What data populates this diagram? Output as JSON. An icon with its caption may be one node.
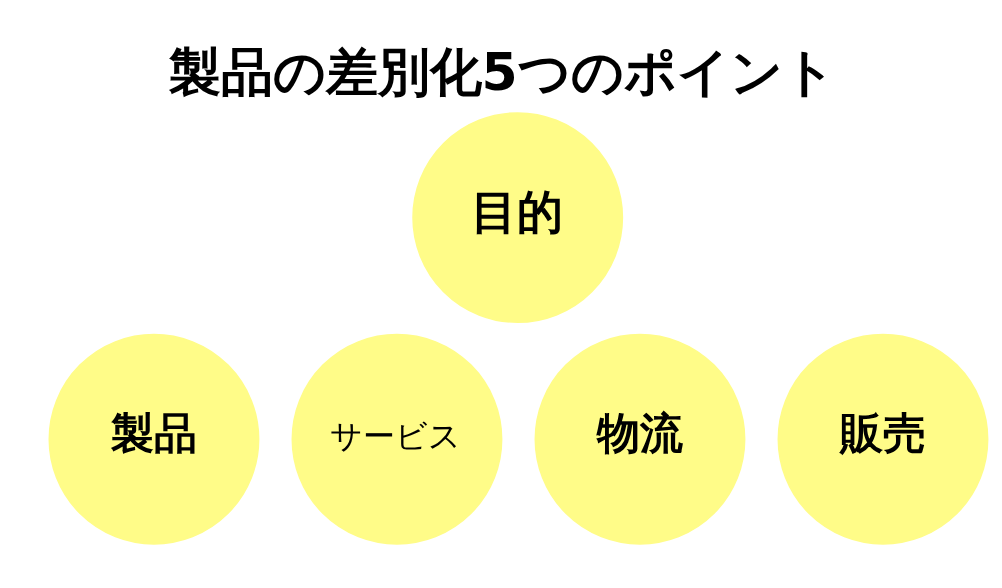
{
  "diagram": {
    "title": "製品の差別化5つのポイント",
    "nodes": [
      {
        "text": [
          "目的"
        ]
      },
      {
        "text": [
          "製品"
        ]
      },
      {
        "text": [
          "サービス"
        ]
      },
      {
        "text": [
          "物流"
        ]
      },
      {
        "text": [
          "販売"
        ]
      }
    ]
  }
}
